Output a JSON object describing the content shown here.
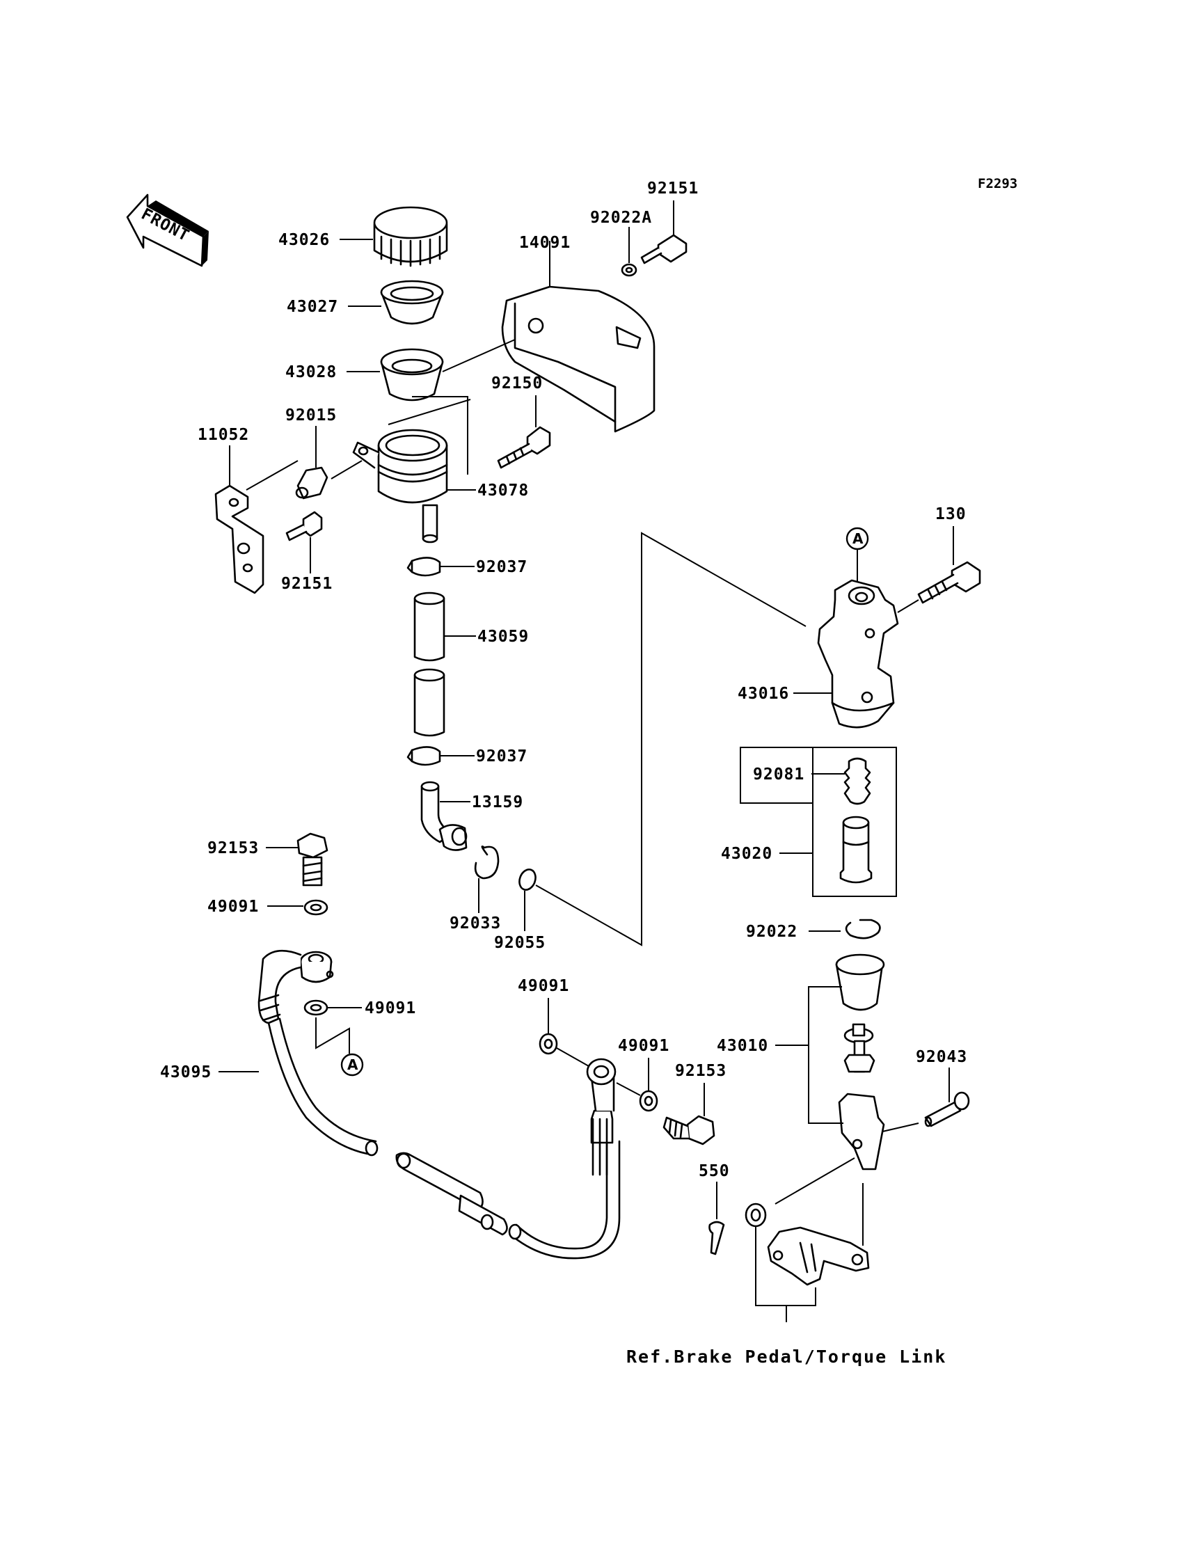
{
  "figure_code": "F2293",
  "front_arrow": "FRONT",
  "callouts": {
    "a1": "A",
    "a2": "A"
  },
  "labels": {
    "l_92151_top": "92151",
    "l_92022a": "92022A",
    "l_43026": "43026",
    "l_14091": "14091",
    "l_43027": "43027",
    "l_43028": "43028",
    "l_92150": "92150",
    "l_92015": "92015",
    "l_11052": "11052",
    "l_43078": "43078",
    "l_92151_bot": "92151",
    "l_92037_a": "92037",
    "l_43059": "43059",
    "l_92037_b": "92037",
    "l_13159": "13159",
    "l_92153_a": "92153",
    "l_49091_a": "49091",
    "l_92033": "92033",
    "l_92055": "92055",
    "l_130": "130",
    "l_43016": "43016",
    "l_92081": "92081",
    "l_43020": "43020",
    "l_92022": "92022",
    "l_49091_b": "49091",
    "l_43095": "43095",
    "l_49091_c": "49091",
    "l_49091_d": "49091",
    "l_92153_b": "92153",
    "l_43010": "43010",
    "l_92043": "92043",
    "l_550": "550"
  },
  "reference_note": "Ref.Brake Pedal/Torque Link",
  "icons": {
    "front": "front-direction-arrow-icon",
    "callout": "circled-letter-icon"
  }
}
